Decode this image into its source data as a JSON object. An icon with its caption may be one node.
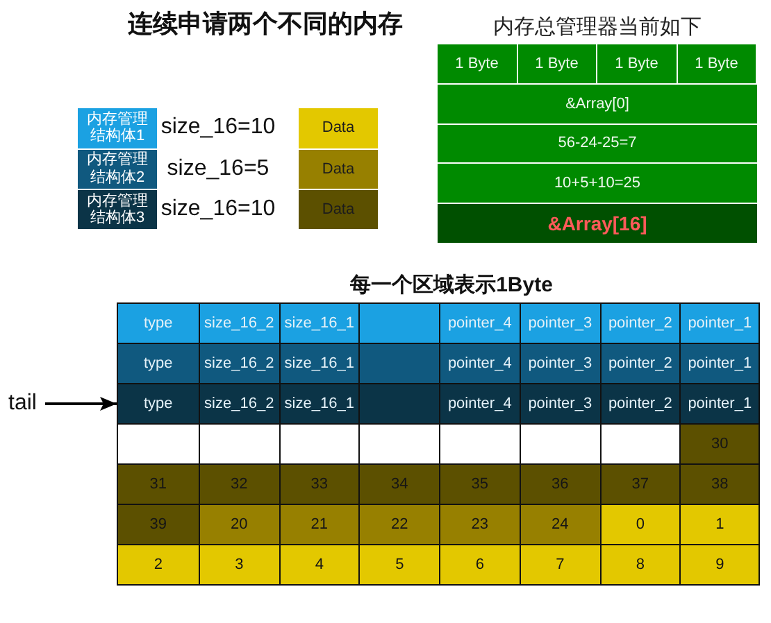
{
  "diagram": {
    "title": "连续申请两个不同的内存",
    "nodes": [
      {
        "text": [
          "内存管理结构体1"
        ],
        "beside": [
          "size_16=10"
        ]
      },
      {
        "text": [
          "内存管理结构体2"
        ],
        "beside": [
          "size_16=5"
        ]
      },
      {
        "text": [
          "内存管理结构体3"
        ],
        "beside": [
          "size_16=10"
        ]
      },
      {
        "text": [
          "Data"
        ]
      },
      {
        "text": [
          "Data"
        ]
      },
      {
        "text": [
          "Data"
        ]
      },
      {
        "text": [
          "tail"
        ]
      },
      {
        "text": [
          "type",
          "size_16_2",
          "size_16_1",
          "pointer_4",
          "pointer_3",
          "pointer_2",
          "pointer_1"
        ]
      },
      {
        "text": [
          "type",
          "size_16_2",
          "size_16_1",
          "pointer_4",
          "pointer_3",
          "pointer_2",
          "pointer_1"
        ]
      },
      {
        "text": [
          "type",
          "size_16_2",
          "size_16_1",
          "pointer_4",
          "pointer_3",
          "pointer_2",
          "pointer_1"
        ]
      },
      {
        "text": [
          "30"
        ]
      },
      {
        "text": [
          "31",
          "32",
          "33",
          "34",
          "35",
          "36",
          "37",
          "38"
        ]
      },
      {
        "text": [
          "39",
          "20",
          "21",
          "22",
          "23",
          "24",
          "0",
          "1"
        ]
      },
      {
        "text": [
          "2",
          "3",
          "4",
          "5",
          "6",
          "7",
          "8",
          "9"
        ]
      }
    ],
    "edges": [
      {
        "from": 6,
        "to": 9,
        "arrow": "to"
      }
    ],
    "labels": [
      "内存总管理器当前如下",
      "1 Byte",
      "1 Byte",
      "1 Byte",
      "1 Byte",
      "&Array[0]",
      "56-24-25=7",
      "10+5+10=25",
      "&Array[16]",
      "每一个区域表示1Byte"
    ]
  }
}
